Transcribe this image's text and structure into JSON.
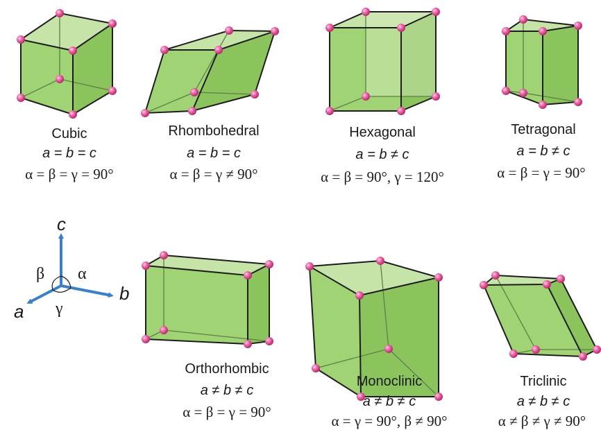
{
  "colors": {
    "face_fill": "#8fcb5a",
    "face_light": "#b9dd92",
    "edge": "#1d1d1d",
    "back_edge": "#6d8f55",
    "atom": "#e8559a",
    "axis": "#3b7fc4",
    "text": "#1a1a1a"
  },
  "icons": {
    "atom": "pink-sphere",
    "axis_arrow": "blue-arrow"
  },
  "systems": [
    {
      "name": "Cubic",
      "lengths": "a = b = c",
      "angles": "α = β = γ = 90°"
    },
    {
      "name": "Rhombohedral",
      "lengths": "a = b = c",
      "angles": "α = β = γ ≠ 90°"
    },
    {
      "name": "Hexagonal",
      "lengths": "a = b ≠ c",
      "angles": "α = β = 90°, γ = 120°"
    },
    {
      "name": "Tetragonal",
      "lengths": "a = b ≠ c",
      "angles": "α = β = γ = 90°"
    },
    {
      "name": "Orthorhombic",
      "lengths": "a ≠ b ≠ c",
      "angles": "α = β = γ = 90°"
    },
    {
      "name": "Monoclinic",
      "lengths": "a ≠ b ≠ c",
      "angles": "α = γ = 90°, β ≠ 90°"
    },
    {
      "name": "Triclinic",
      "lengths": "a ≠ b ≠ c",
      "angles": "α ≠ β ≠ γ ≠ 90°"
    }
  ],
  "axes": {
    "a": "a",
    "b": "b",
    "c": "c",
    "alpha": "α",
    "beta": "β",
    "gamma": "γ"
  }
}
